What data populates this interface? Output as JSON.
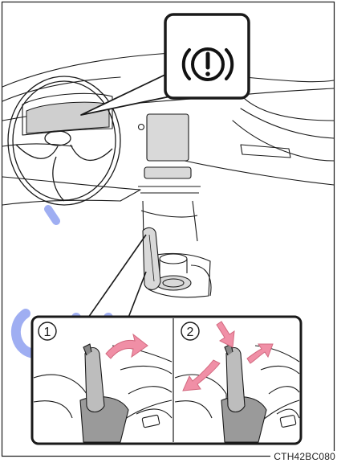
{
  "figure": {
    "code": "CTH42BC080",
    "callout_warning_icon": "parking-brake-warning-icon"
  },
  "steps": [
    {
      "number": "1",
      "action": "pull-lever-up"
    },
    {
      "number": "2",
      "action": "press-button-and-lower-lever"
    }
  ],
  "colors": {
    "line": "#1a1a1a",
    "arrow": "#f08fa6",
    "arrow_edge": "#d2697f",
    "watermark": "#8fa0f0"
  }
}
